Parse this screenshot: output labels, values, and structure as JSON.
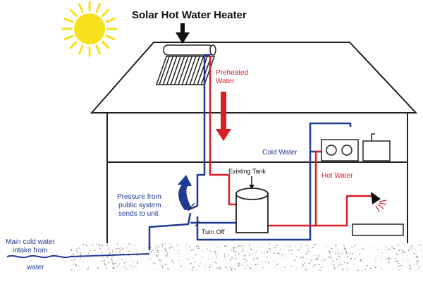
{
  "title": "Solar Hot Water Heater",
  "labels": {
    "preheated_1": "Preheated",
    "preheated_2": "Water",
    "cold_water": "Cold Water",
    "hot_water": "Hot Water",
    "existing_tank": "Existing Tank",
    "pressure_1": "Pressure from",
    "pressure_2": "public system",
    "pressure_3": "sends to unit",
    "turn_off": "Turn Off",
    "main_1": "Main cold water",
    "main_2": "intake from",
    "main_3": "water"
  },
  "colors": {
    "hot": "#d71f26",
    "cold": "#1f3a93",
    "sun": "#f7e11b",
    "outline": "#222222"
  },
  "icons": [
    "sun-icon",
    "solar-panel-icon",
    "down-arrow-icon",
    "curved-up-arrow-icon",
    "valve-icon",
    "shower-icon",
    "faucet-icon"
  ]
}
